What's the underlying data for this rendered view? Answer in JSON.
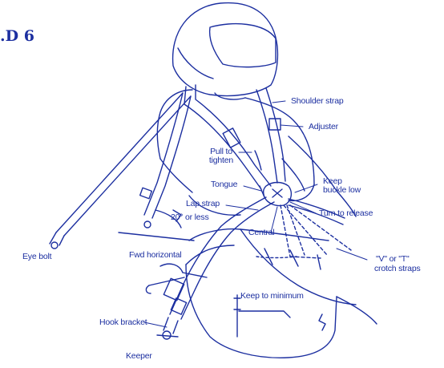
{
  "figure": {
    "title": ".D 6",
    "ink_color": "#1c2fa0",
    "labels": {
      "shoulder_strap": "Shoulder strap",
      "adjuster": "Adjuster",
      "pull_to_tighten_1": "Pull to",
      "pull_to_tighten_2": "tighten",
      "tongue": "Tongue",
      "keep_buckle_low_1": "Keep",
      "keep_buckle_low_2": "buckle low",
      "lap_strap": "Lap strap",
      "turn_to_release": "Turn to release",
      "angle": "20° or less",
      "central": "Central",
      "eye_bolt": "Eye bolt",
      "fwd_horizontal": "Fwd horizontal",
      "crotch_straps_1": "\"V\" or \"T\"",
      "crotch_straps_2": "crotch straps",
      "keep_to_minimum": "Keep to minimum",
      "hook_bracket": "Hook bracket",
      "keeper": "Keeper"
    }
  }
}
